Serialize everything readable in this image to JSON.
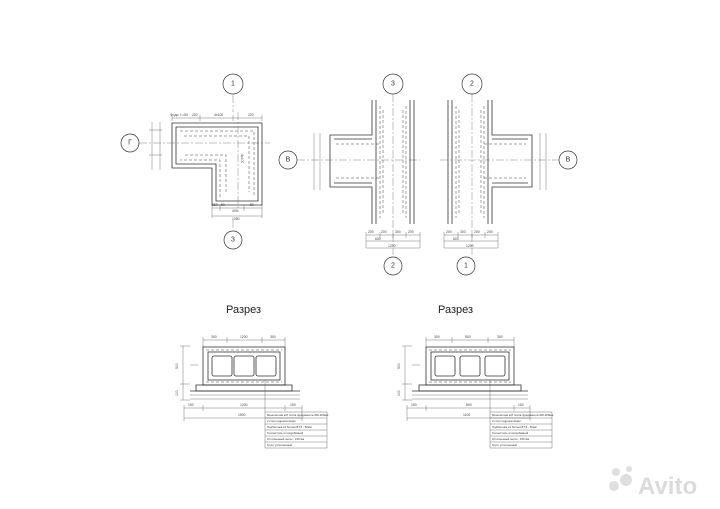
{
  "drawing": {
    "plan_views": [
      {
        "axis_top": "1",
        "axis_side": "Г",
        "axis_bottom": "3",
        "dims_top": [
          "Ф=ди. L=50",
          "200",
          "4x100",
          "200"
        ],
        "dims_bottom": [
          "250",
          "50",
          "400",
          "50"
        ],
        "overall_bottom": "1050"
      },
      {
        "axis_top": "3",
        "axis_side": "В",
        "axis_bottom": "2",
        "dims_bottom": [
          "200",
          "200",
          "300",
          "200"
        ],
        "overall_bottom": "600",
        "overall_total": "1200"
      },
      {
        "axis_top": "2",
        "axis_side": "В",
        "axis_bottom": "1",
        "dims_bottom": [
          "200",
          "300",
          "200",
          "200"
        ],
        "overall_bottom": "600",
        "overall_total": "1200"
      }
    ],
    "sections": [
      {
        "title": "Разрез",
        "dims_top": [
          "300",
          "1200",
          "300"
        ],
        "dims_left": [
          "500",
          "100"
        ],
        "dims_bottom": [
          "150",
          "1200",
          "150"
        ],
        "overall_bottom": "1500",
        "legend": [
          "Монолитная ж/б плита фундамента 400-300мм",
          "2 слоя гидроизоляции",
          "Подбетонка из бетона В7,5 - 50мм",
          "Геотекстиль иглопробивной",
          "Уплотненный песок - 150 мм",
          "Грунт уплотненный"
        ]
      },
      {
        "title": "Разрез",
        "dims_top": [
          "300",
          "800",
          "300"
        ],
        "dims_left": [
          "500",
          "100"
        ],
        "dims_bottom": [
          "150",
          "800",
          "150"
        ],
        "overall_bottom": "1100",
        "legend": [
          "Монолитная ж/б плита фундамента 400-300мм",
          "2 слоя гидроизоляции",
          "Подбетонка из бетона В7,5 - 50мм",
          "Геотекстиль иглопробивной",
          "Уплотненный песок - 150 мм",
          "Грунт уплотненный"
        ]
      }
    ],
    "watermark": "Avito"
  }
}
